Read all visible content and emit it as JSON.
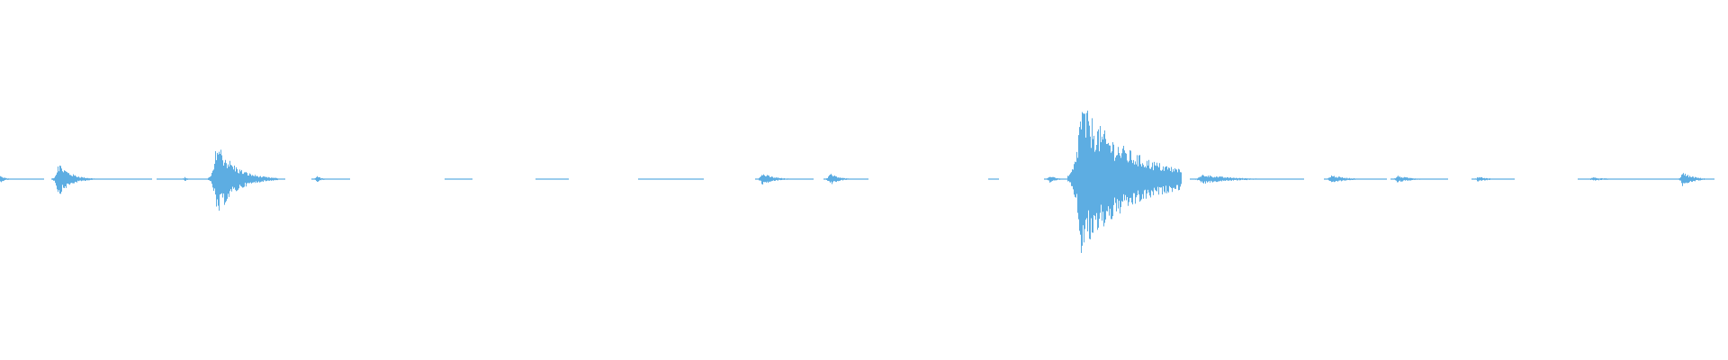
{
  "waveform": {
    "color": "#5dade2",
    "background": "#ffffff",
    "duration_seconds": 60,
    "bursts": [
      {
        "t": 0.0,
        "amp": 0.025,
        "decay": 3.5,
        "len": 3.0
      },
      {
        "t": 4.0,
        "amp": 0.13,
        "decay": 1.6,
        "len": 3.2
      },
      {
        "t": 7.7,
        "amp": 0.005,
        "decay": 5.0,
        "len": 1.2
      },
      {
        "t": 9.3,
        "amp": 0.005,
        "decay": 5.0,
        "len": 1.2
      },
      {
        "t": 11.3,
        "amp": 0.005,
        "decay": 5.0,
        "len": 1.5
      },
      {
        "t": 12.8,
        "amp": 0.015,
        "decay": 3.0,
        "len": 2.0
      },
      {
        "t": 15.0,
        "amp": 0.29,
        "decay": 1.4,
        "len": 4.2
      },
      {
        "t": 18.5,
        "amp": 0.008,
        "decay": 2.0,
        "len": 1.2
      },
      {
        "t": 22.0,
        "amp": 0.022,
        "decay": 2.5,
        "len": 2.2
      },
      {
        "t": 31.3,
        "amp": 0.004,
        "decay": 5.0,
        "len": 1.4
      },
      {
        "t": 37.6,
        "amp": 0.004,
        "decay": 5.0,
        "len": 1.8
      },
      {
        "t": 44.8,
        "amp": 0.004,
        "decay": 5.0,
        "len": 4.0
      },
      {
        "t": 52.9,
        "amp": 0.045,
        "decay": 1.8,
        "len": 3.5
      },
      {
        "t": 57.6,
        "amp": 0.045,
        "decay": 1.8,
        "len": 2.6
      },
      {
        "t": 69.0,
        "amp": 0.004,
        "decay": 5.0,
        "len": 0.3
      },
      {
        "t": 72.9,
        "amp": 0.03,
        "decay": 1.5,
        "len": 1.5
      },
      {
        "t": 75.0,
        "amp": 0.55,
        "decay": 0.8,
        "len": 7.0
      },
      {
        "t": 83.5,
        "amp": 0.035,
        "decay": 1.5,
        "len": 7.0
      },
      {
        "t": 92.4,
        "amp": 0.03,
        "decay": 1.5,
        "len": 3.8
      },
      {
        "t": 97.0,
        "amp": 0.025,
        "decay": 1.5,
        "len": 3.5
      },
      {
        "t": 102.6,
        "amp": 0.02,
        "decay": 1.5,
        "len": 2.5
      },
      {
        "t": 110.6,
        "amp": 0.012,
        "decay": 3.0,
        "len": 8.2
      },
      {
        "t": 116.8,
        "amp": 0.05,
        "decay": 1.2,
        "len": 2.2
      }
    ]
  }
}
